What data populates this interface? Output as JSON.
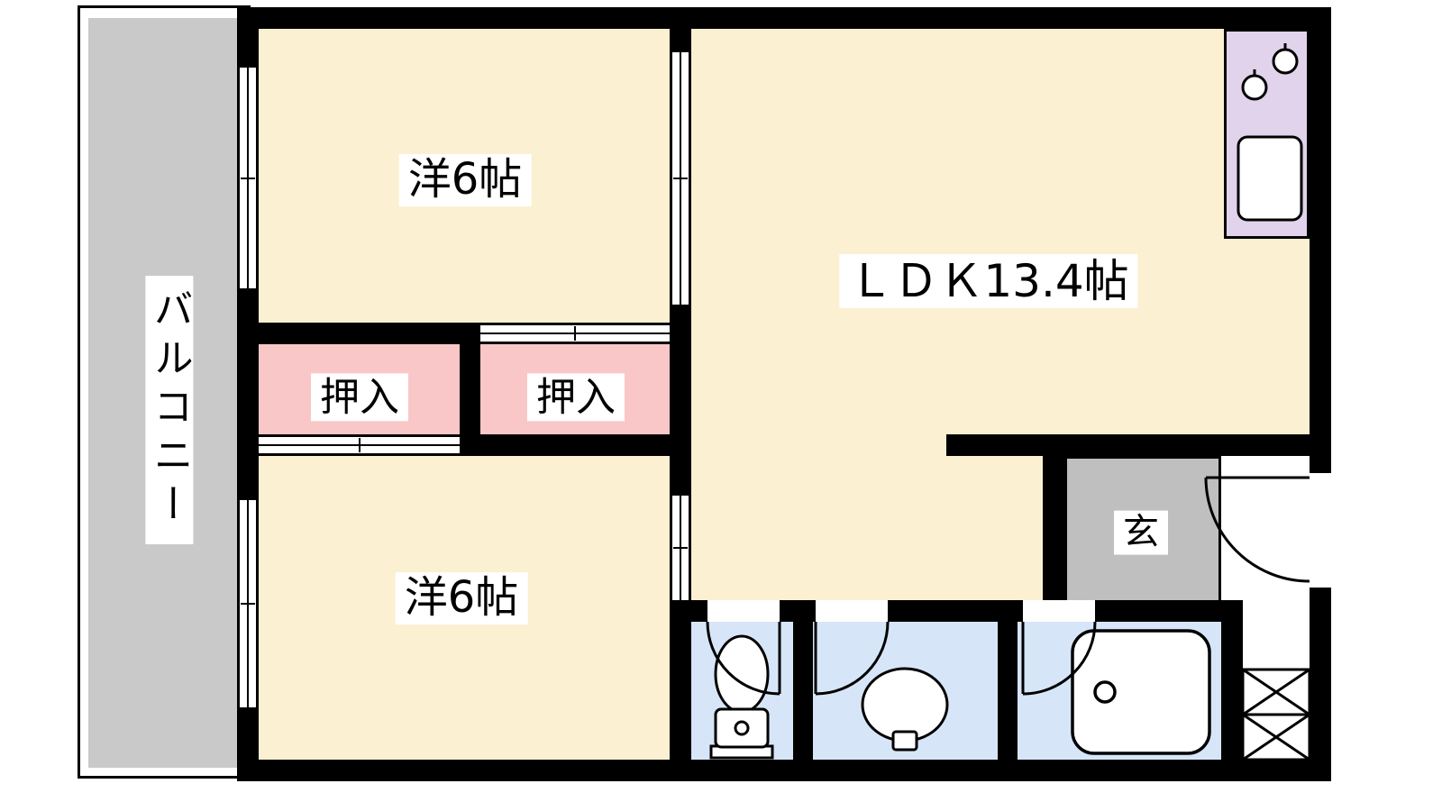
{
  "floorplan": {
    "labels": {
      "balcony": "バルコニー",
      "bedroom_top": "洋6帖",
      "ldk": "ＬＤＫ13.4帖",
      "closet_left": "押入",
      "closet_right": "押入",
      "bedroom_bottom": "洋6帖",
      "entrance": "玄"
    },
    "colors": {
      "paper": "#FFFFFF",
      "wall": "#000000",
      "room": "#FBF0D2",
      "closet": "#F9C7C7",
      "balcony": "#C9C9C9",
      "entrance": "#BFBFBF",
      "wet": "#D7E5F8",
      "kitchen": "#E1D3EB"
    },
    "icons": {
      "stove": "stove-icon",
      "kitchen_sink": "kitchen-sink-icon",
      "toilet": "toilet-icon",
      "washbasin": "washbasin-icon",
      "bathtub": "bathtub-icon",
      "shaft": "shaft-x-icon",
      "doors": "door-arc-icon",
      "windows": "window-icon"
    }
  }
}
